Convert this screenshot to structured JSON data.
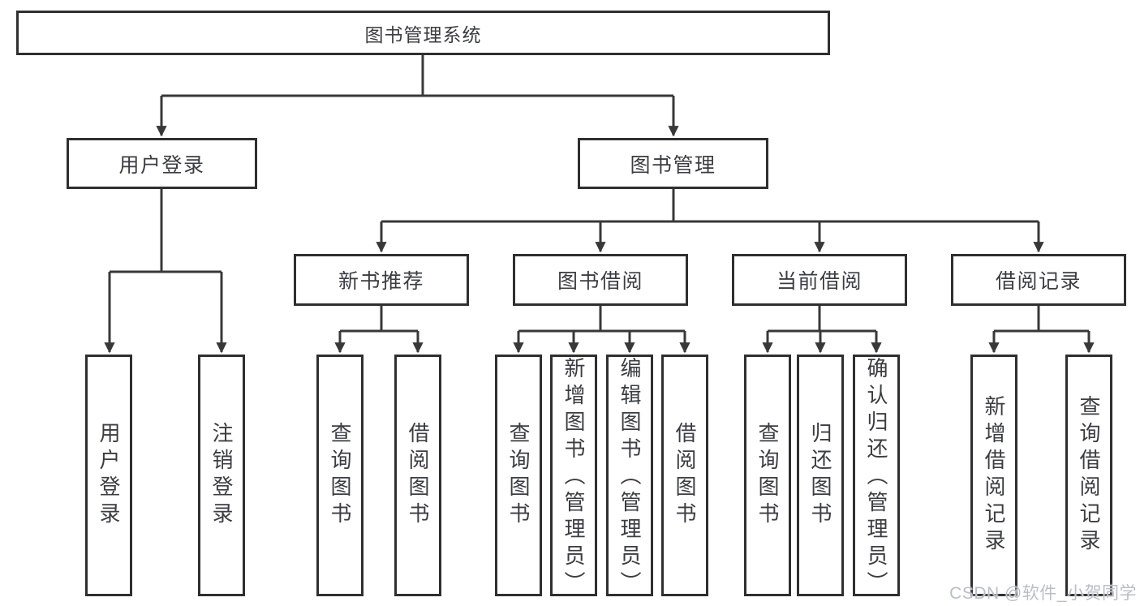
{
  "diagram": {
    "root": {
      "label": "图书管理系统"
    },
    "branches": [
      {
        "label": "用户登录",
        "leaves": [
          {
            "label": "用户登录"
          },
          {
            "label": "注销登录"
          }
        ]
      },
      {
        "label": "图书管理",
        "sections": [
          {
            "label": "新书推荐",
            "leaves": [
              {
                "label": "查询图书"
              },
              {
                "label": "借阅图书"
              }
            ]
          },
          {
            "label": "图书借阅",
            "leaves": [
              {
                "label": "查询图书"
              },
              {
                "label": "新增图书（管理员）"
              },
              {
                "label": "编辑图书（管理员）"
              },
              {
                "label": "借阅图书"
              }
            ]
          },
          {
            "label": "当前借阅",
            "leaves": [
              {
                "label": "查询图书"
              },
              {
                "label": "归还图书"
              },
              {
                "label": "确认归还（管理员）"
              }
            ]
          },
          {
            "label": "借阅记录",
            "leaves": [
              {
                "label": "新增借阅记录"
              },
              {
                "label": "查询借阅记录"
              }
            ]
          }
        ]
      }
    ]
  },
  "watermark": {
    "text": "CSDN @软件_小贺同学"
  },
  "colors": {
    "background": "#ffffff",
    "line": "#383838",
    "box_border": "#2f2f2f",
    "text": "#3b3d42",
    "watermark": "#b9bec7"
  }
}
